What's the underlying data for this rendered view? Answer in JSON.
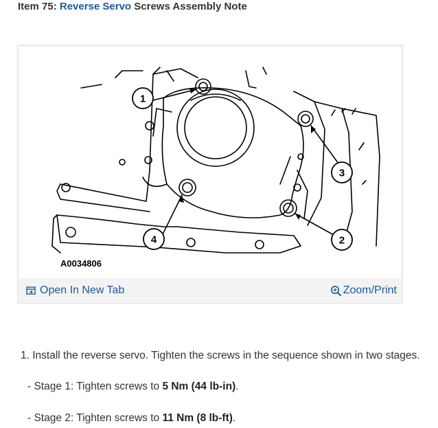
{
  "title": {
    "prefix": "Item 75: ",
    "link": "Reverse Servo",
    "suffix": " Screws Assembly Note"
  },
  "figure": {
    "code": "A0034806",
    "callouts": [
      "1",
      "2",
      "3",
      "4"
    ]
  },
  "toolbar": {
    "open_tab_label": "Open In New Tab",
    "zoom_label": "Zoom/Print"
  },
  "instructions": {
    "step1": "1. Install the reverse servo. Tighten the screws in the sequence shown in two stages.",
    "stage1_text": "- Stage 1: Tighten screws to ",
    "stage1_value": "5 Nm (44 lb-in)",
    "stage2_text": "- Stage 2: Tighten screws to ",
    "stage2_value": "11 Nm (8 lb-ft)",
    "period": "."
  },
  "colors": {
    "link": "#1a5a9a",
    "text": "#333333"
  }
}
